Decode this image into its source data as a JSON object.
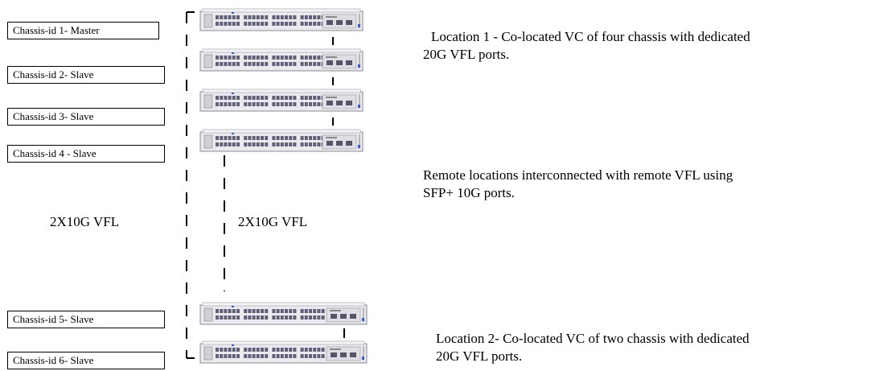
{
  "chassis_labels": [
    "Chassis-id 1- Master",
    "Chassis-id 2- Slave",
    "Chassis-id 3- Slave",
    "Chassis-id 4 - Slave",
    "Chassis-id 5- Slave",
    "Chassis-id 6- Slave"
  ],
  "descriptions": {
    "location1": [
      "Location 1 - Co-located VC of four chassis with dedicated",
      "20G VFL ports."
    ],
    "remote": [
      "Remote locations interconnected with remote VFL using",
      "SFP+ 10G ports."
    ],
    "location2": [
      "Location 2- Co-located VC of two chassis with dedicated",
      "20G VFL ports."
    ]
  },
  "vfl_labels": {
    "left": "2X10G VFL",
    "right": "2X10G VFL"
  },
  "colors": {
    "switch_body": "#e9e9ee",
    "switch_border": "#8a8a96",
    "line": "#000000"
  }
}
